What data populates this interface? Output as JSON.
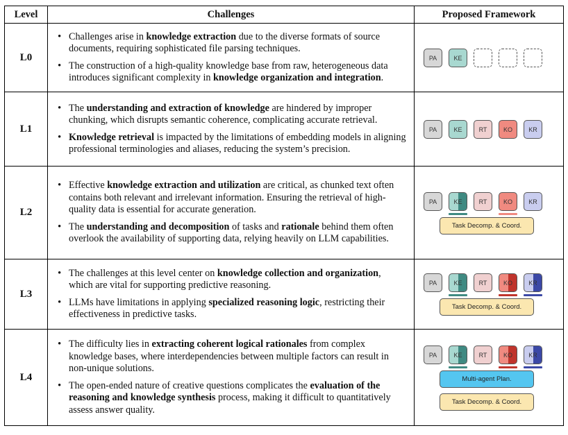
{
  "headers": {
    "level": "Level",
    "challenges": "Challenges",
    "framework": "Proposed Framework"
  },
  "colors": {
    "PA": "#d7d7d7",
    "KE": "#a8d8d0",
    "RT": "#f0d0d0",
    "KO": "#f08a80",
    "KR": "#c9cdef",
    "KE_accent": "#3f8a82",
    "KO_accent": "#c0342c",
    "KR_accent": "#3b48a6",
    "task_bar": "#fbe7b0",
    "multi_agent_bar": "#54c6f0"
  },
  "rows": [
    {
      "level": "L0",
      "bullets": [
        [
          {
            "t": "Challenges arise in ",
            "b": false
          },
          {
            "t": "knowledge extraction",
            "b": true
          },
          {
            "t": " due to the diverse formats of source documents, requiring sophisticated file parsing techniques.",
            "b": false
          }
        ],
        [
          {
            "t": "The construction of a high-quality knowledge base from raw, heterogeneous data introduces significant complexity in ",
            "b": false
          },
          {
            "t": "knowledge organization and integration",
            "b": true
          },
          {
            "t": ".",
            "b": false
          }
        ]
      ],
      "modules": [
        {
          "label": "PA",
          "icon": "PA"
        },
        {
          "label": "KE",
          "icon": "KE"
        },
        {
          "label": "",
          "icon": "empty"
        },
        {
          "label": "",
          "icon": "empty"
        },
        {
          "label": "",
          "icon": "empty"
        }
      ],
      "bars": []
    },
    {
      "level": "L1",
      "bullets": [
        [
          {
            "t": "The ",
            "b": false
          },
          {
            "t": "understanding and extraction of knowledge",
            "b": true
          },
          {
            "t": " are hindered by improper chunking, which disrupts semantic coherence, complicating accurate retrieval.",
            "b": false
          }
        ],
        [
          {
            "t": "Knowledge retrieval",
            "b": true
          },
          {
            "t": " is impacted by the limitations of embedding models in aligning professional terminologies and aliases, reducing the system’s precision.",
            "b": false
          }
        ]
      ],
      "modules": [
        {
          "label": "PA",
          "icon": "PA"
        },
        {
          "label": "KE",
          "icon": "KE"
        },
        {
          "label": "RT",
          "icon": "RT"
        },
        {
          "label": "KO",
          "icon": "KO"
        },
        {
          "label": "KR",
          "icon": "KR"
        }
      ],
      "bars": []
    },
    {
      "level": "L2",
      "bullets": [
        [
          {
            "t": "Effective ",
            "b": false
          },
          {
            "t": "knowledge extraction and utilization",
            "b": true
          },
          {
            "t": " are critical, as chunked text often contains both relevant and irrelevant information. Ensuring the retrieval of high-quality data is essential for accurate generation.",
            "b": false
          }
        ],
        [
          {
            "t": "The ",
            "b": false
          },
          {
            "t": "understanding and decomposition",
            "b": true
          },
          {
            "t": " of tasks and ",
            "b": false
          },
          {
            "t": "rationale",
            "b": true
          },
          {
            "t": " behind them often overlook the availability of supporting data, relying heavily on LLM capabilities.",
            "b": false
          }
        ]
      ],
      "modules": [
        {
          "label": "PA",
          "icon": "PA"
        },
        {
          "label": "KE",
          "icon": "KE",
          "accent": "KE_accent",
          "underline": true
        },
        {
          "label": "RT",
          "icon": "RT"
        },
        {
          "label": "KO",
          "icon": "KO",
          "underline": true
        },
        {
          "label": "KR",
          "icon": "KR"
        }
      ],
      "bars": [
        {
          "label": "Task Decomp. & Coord.",
          "color": "task_bar"
        }
      ]
    },
    {
      "level": "L3",
      "bullets": [
        [
          {
            "t": "The challenges at this level center on ",
            "b": false
          },
          {
            "t": "knowledge collection and organization",
            "b": true
          },
          {
            "t": ", which are vital for supporting predictive reasoning.",
            "b": false
          }
        ],
        [
          {
            "t": "LLMs have limitations in applying ",
            "b": false
          },
          {
            "t": "specialized reasoning logic",
            "b": true
          },
          {
            "t": ", restricting their effectiveness in predictive tasks.",
            "b": false
          }
        ]
      ],
      "modules": [
        {
          "label": "PA",
          "icon": "PA"
        },
        {
          "label": "KE",
          "icon": "KE",
          "accent": "KE_accent",
          "underline": true
        },
        {
          "label": "RT",
          "icon": "RT"
        },
        {
          "label": "KO",
          "icon": "KO",
          "accent": "KO_accent",
          "underline": true
        },
        {
          "label": "KR",
          "icon": "KR",
          "accent": "KR_accent",
          "underline": true
        }
      ],
      "bars": [
        {
          "label": "Task Decomp. & Coord.",
          "color": "task_bar"
        }
      ]
    },
    {
      "level": "L4",
      "bullets": [
        [
          {
            "t": "The difficulty lies in ",
            "b": false
          },
          {
            "t": "extracting coherent logical rationales",
            "b": true
          },
          {
            "t": " from complex knowledge bases, where interdependencies between multiple factors can result in non-unique solutions.",
            "b": false
          }
        ],
        [
          {
            "t": "The open-ended nature of creative questions complicates the ",
            "b": false
          },
          {
            "t": "evaluation of the reasoning and knowledge synthesis",
            "b": true
          },
          {
            "t": " process, making it difficult to quantitatively assess answer quality.",
            "b": false
          }
        ]
      ],
      "modules": [
        {
          "label": "PA",
          "icon": "PA"
        },
        {
          "label": "KE",
          "icon": "KE",
          "accent": "KE_accent",
          "underline": true
        },
        {
          "label": "RT",
          "icon": "RT"
        },
        {
          "label": "KO",
          "icon": "KO",
          "accent": "KO_accent",
          "underline": true
        },
        {
          "label": "KR",
          "icon": "KR",
          "accent": "KR_accent",
          "underline": true
        }
      ],
      "bars": [
        {
          "label": "Multi-agent Plan.",
          "color": "multi_agent_bar"
        },
        {
          "label": "Task Decomp. & Coord.",
          "color": "task_bar"
        }
      ]
    }
  ]
}
